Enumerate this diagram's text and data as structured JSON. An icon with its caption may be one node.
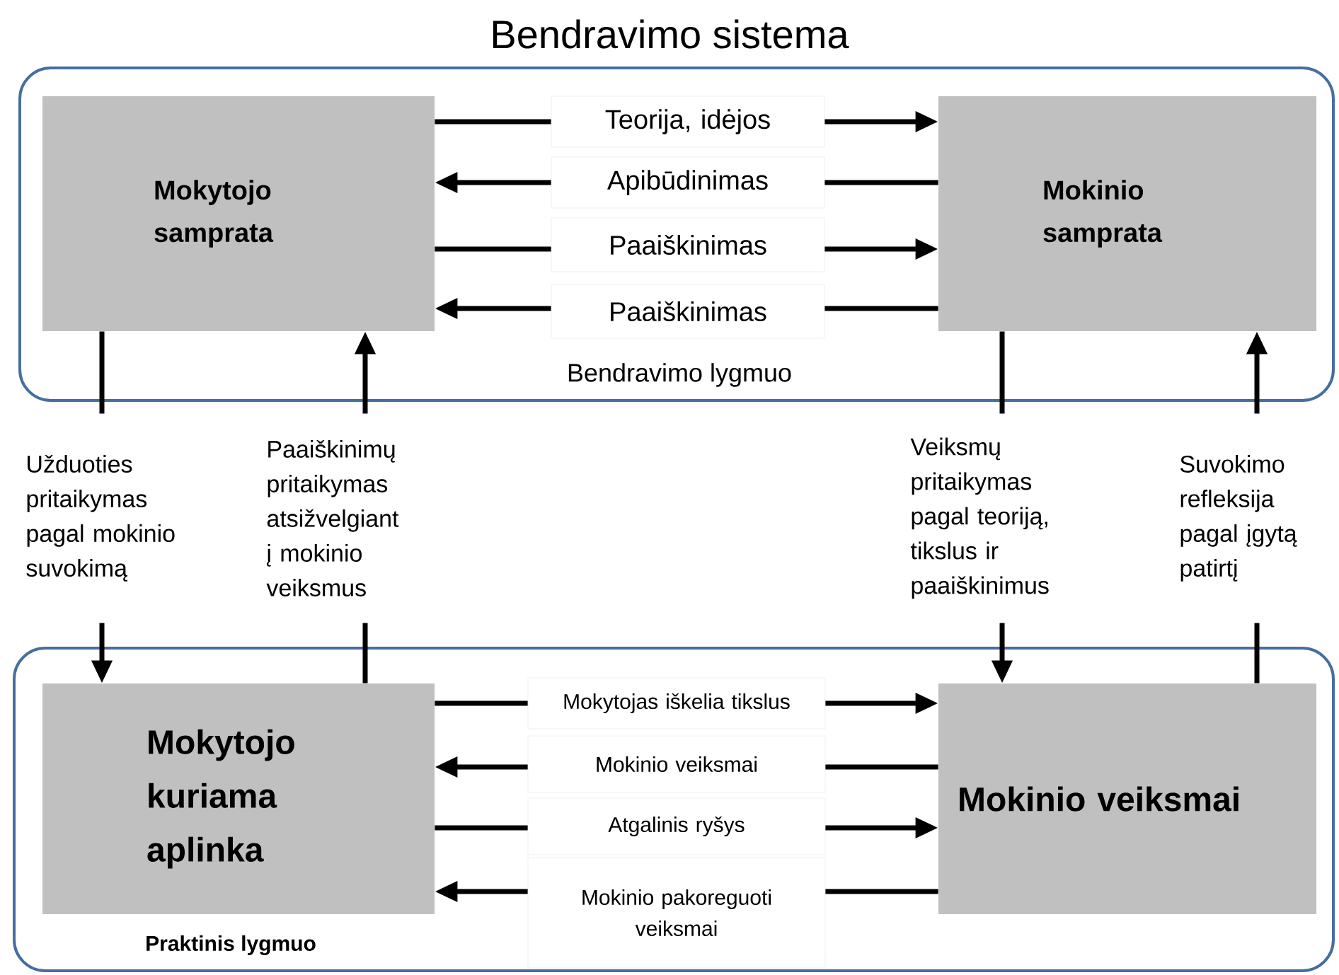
{
  "diagram": {
    "title": "Bendravimo sistema",
    "nodes": [
      {
        "text": [
          "Bendravimo lygmuo"
        ]
      },
      {
        "text": [
          "Mokytojo samprata"
        ],
        "in": 0
      },
      {
        "text": [
          "Mokinio samprata"
        ],
        "in": 0
      },
      {
        "text": [
          "Praktinis lygmuo"
        ]
      },
      {
        "text": [
          "Mokytojo kuriama aplinka"
        ],
        "in": 3
      },
      {
        "text": [
          "Mokinio veiksmai"
        ],
        "in": 3
      }
    ],
    "edges": [
      {
        "from": 1,
        "to": 2,
        "arrow": "to",
        "label": "Teorija, idėjos"
      },
      {
        "from": 2,
        "to": 1,
        "arrow": "to",
        "label": "Apibūdinimas"
      },
      {
        "from": 1,
        "to": 2,
        "arrow": "to",
        "label": "Paaiškinimas"
      },
      {
        "from": 2,
        "to": 1,
        "arrow": "to",
        "label": "Paaiškinimas"
      },
      {
        "from": 4,
        "to": 5,
        "arrow": "to",
        "label": "Mokytojas iškelia tikslus"
      },
      {
        "from": 5,
        "to": 4,
        "arrow": "to",
        "label": "Mokinio veiksmai"
      },
      {
        "from": 4,
        "to": 5,
        "arrow": "to",
        "label": "Atgalinis ryšys"
      },
      {
        "from": 5,
        "to": 4,
        "arrow": "to",
        "label": "Mokinio pakoreguoti veiksmai"
      },
      {
        "from": 1,
        "to": 4,
        "arrow": "to",
        "label": "Užduoties pritaikymas pagal mokinio suvokimą"
      },
      {
        "from": 4,
        "to": 1,
        "arrow": "to",
        "label": "Paaiškinimų pritaikymas atsižvelgiant į mokinio veiksmus"
      },
      {
        "from": 2,
        "to": 5,
        "arrow": "to",
        "label": "Veiksmų pritaikymas pagal teoriją, tikslus ir paaiškinimus"
      },
      {
        "from": 5,
        "to": 2,
        "arrow": "to",
        "label": "Suvokimo refleksija pagal įgytą patirtį"
      }
    ]
  }
}
